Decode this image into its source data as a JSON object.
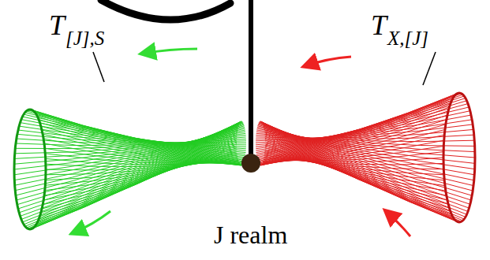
{
  "diagram": {
    "labels": [
      "T",
      "[J],S",
      "T",
      "X,[J]",
      "J realm"
    ]
  }
}
